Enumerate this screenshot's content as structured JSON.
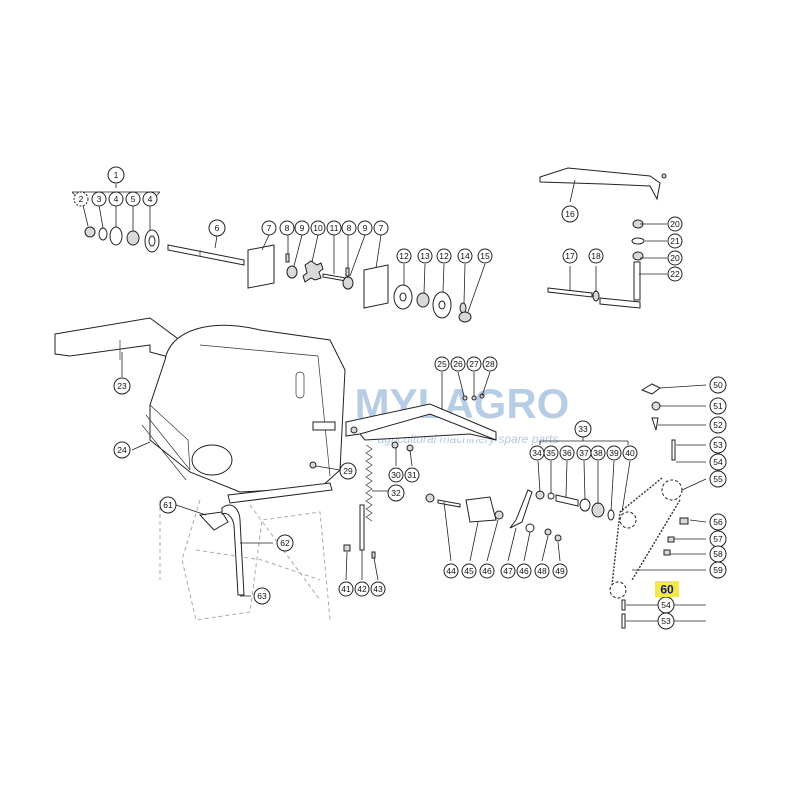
{
  "watermark": {
    "brand": "MYLAGRO",
    "tagline": "agricultural machinery spare parts",
    "colors": {
      "brand_blue": "#8fb0d8",
      "sun_orange": "#f2b43a",
      "sun_inner": "#f7d36b"
    }
  },
  "highlight": {
    "label": "60",
    "color": "#f2e84a"
  },
  "callouts": {
    "c1": "1",
    "c2": "2",
    "c3": "3",
    "c4a": "4",
    "c5": "5",
    "c4b": "4",
    "c6": "6",
    "c7a": "7",
    "c8a": "8",
    "c9a": "9",
    "c10": "10",
    "c11": "11",
    "c8b": "8",
    "c9b": "9",
    "c7b": "7",
    "c12a": "12",
    "c13": "13",
    "c12b": "12",
    "c14": "14",
    "c15": "15",
    "c16": "16",
    "c17": "17",
    "c18": "18",
    "c20a": "20",
    "c21": "21",
    "c20b": "20",
    "c22": "22",
    "c23": "23",
    "c24": "24",
    "c25": "25",
    "c26": "26",
    "c27": "27",
    "c28": "28",
    "c29": "29",
    "c30": "30",
    "c31": "31",
    "c32": "32",
    "c33": "33",
    "c34": "34",
    "c35": "35",
    "c36": "36",
    "c37": "37",
    "c38": "38",
    "c39": "39",
    "c40": "40",
    "c41": "41",
    "c42": "42",
    "c43": "43",
    "c44": "44",
    "c45": "45",
    "c46a": "46",
    "c47": "47",
    "c46b": "46",
    "c48": "48",
    "c49": "49",
    "c50": "50",
    "c51": "51",
    "c52": "52",
    "c53a": "53",
    "c54a": "54",
    "c55": "55",
    "c56": "56",
    "c57": "57",
    "c58": "58",
    "c59": "59",
    "c54b": "54",
    "c53b": "53",
    "c61": "61",
    "c62": "62",
    "c63": "63"
  }
}
